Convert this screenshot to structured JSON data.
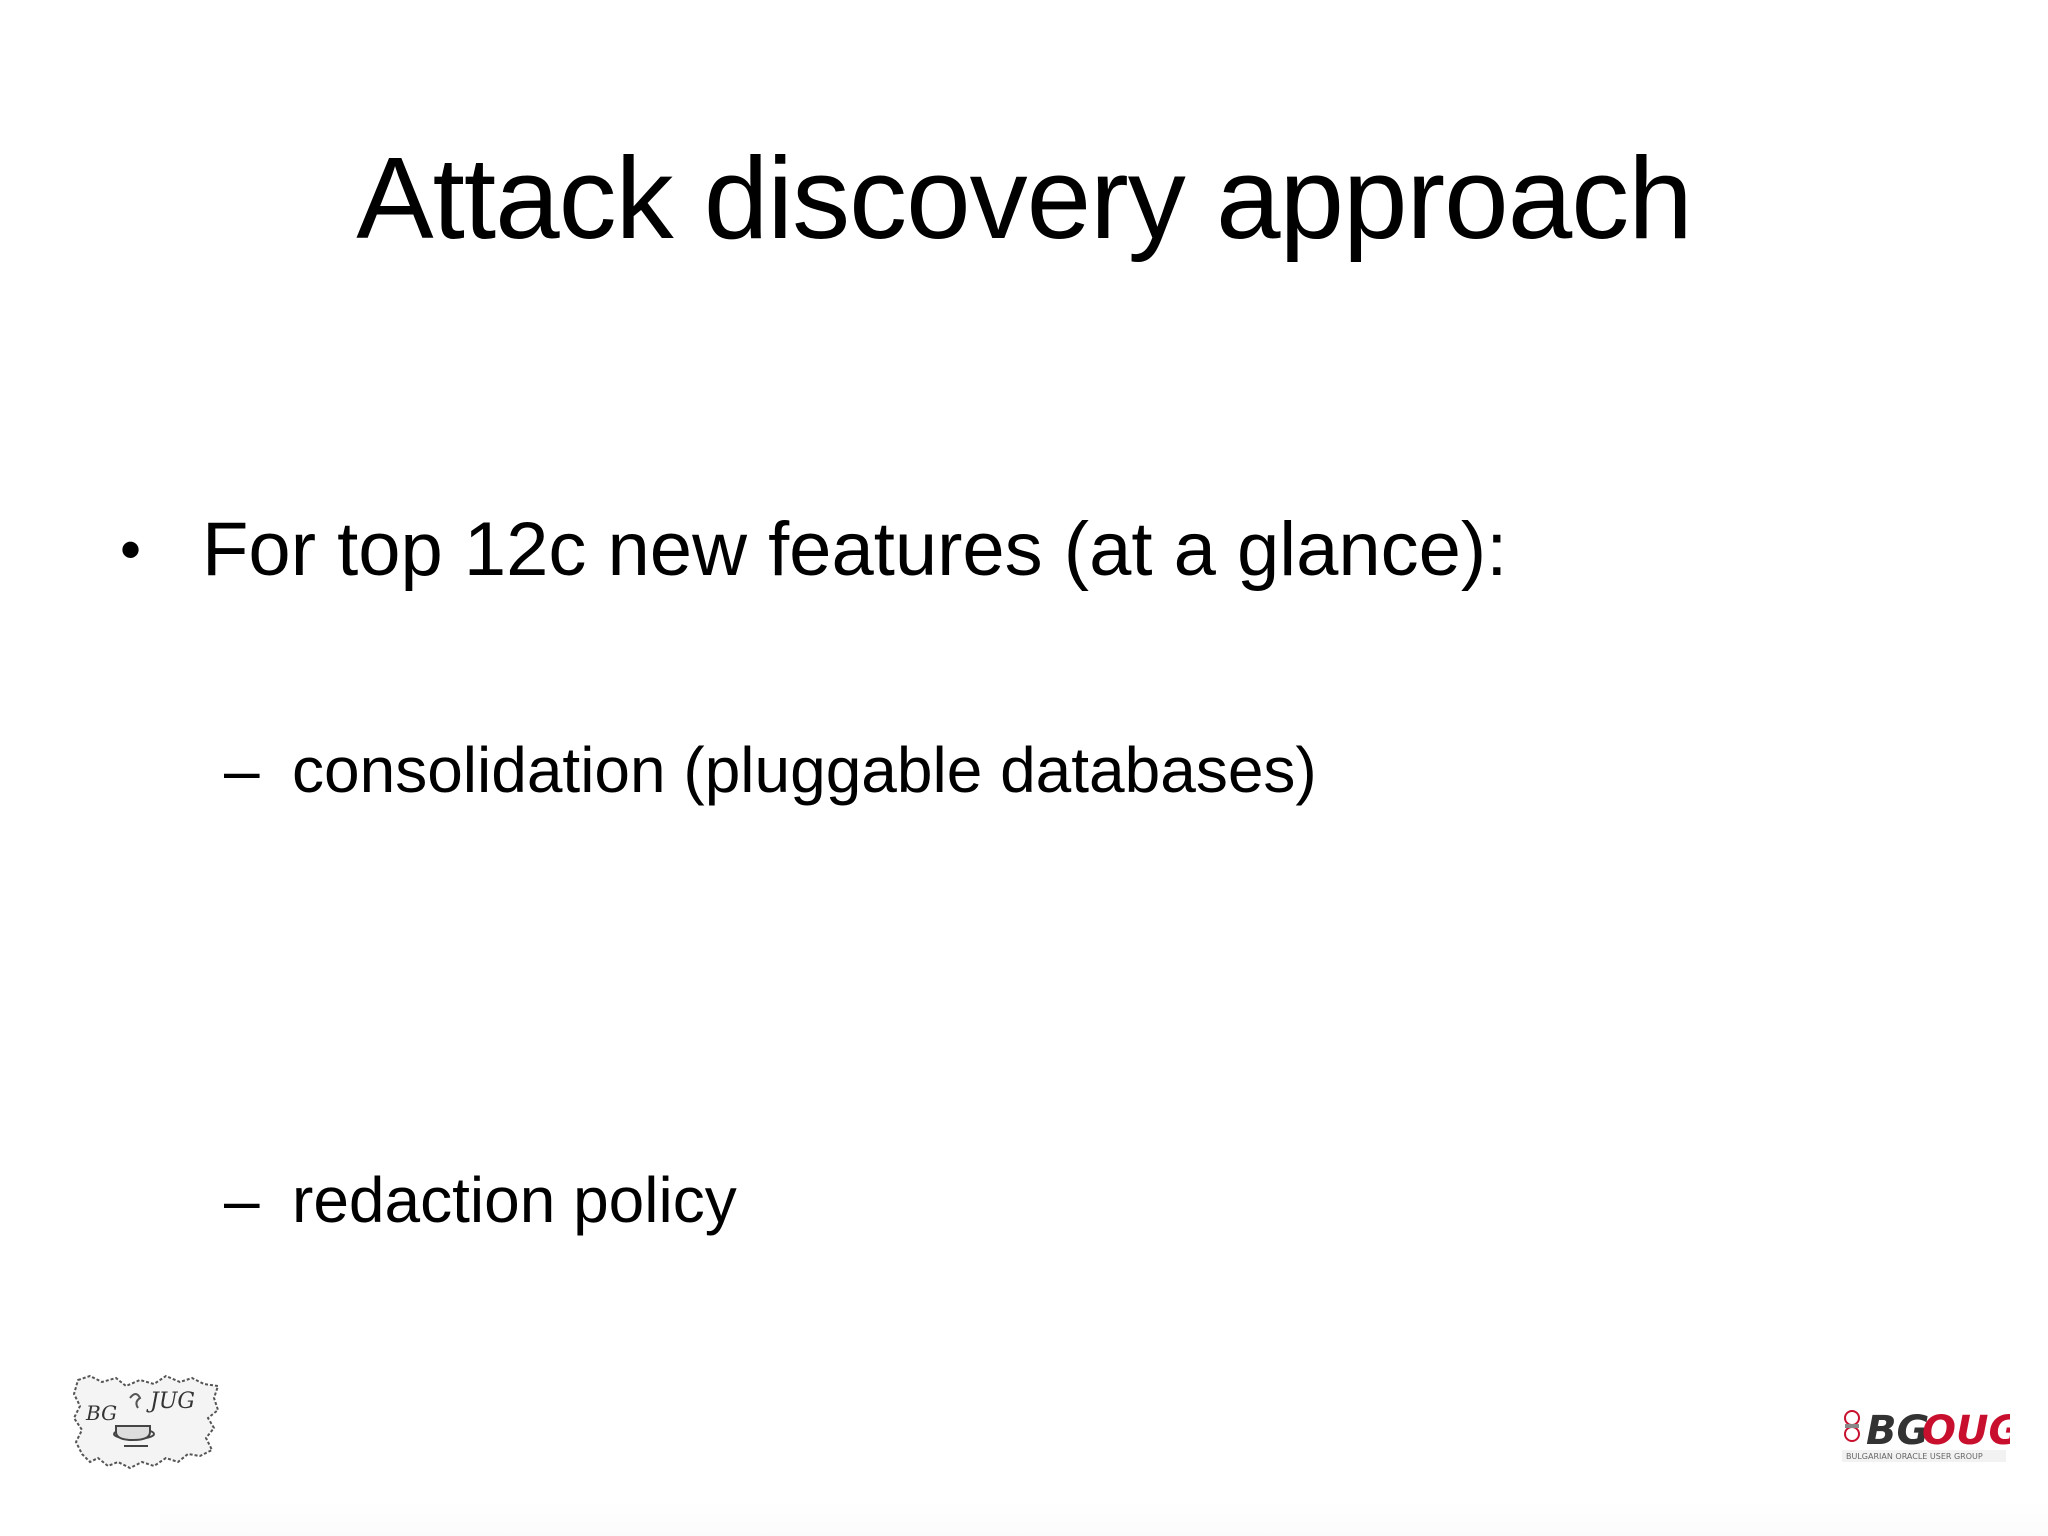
{
  "slide": {
    "title": "Attack discovery approach",
    "bullet": {
      "marker": "•",
      "text": "For top 12c new features (at a glance):"
    },
    "sub_items": [
      {
        "marker": "–",
        "text": "consolidation (pluggable databases)"
      },
      {
        "marker": "–",
        "text": "redaction policy"
      }
    ]
  },
  "logos": {
    "left": {
      "icon": "bgjug-logo",
      "text_left": "BG",
      "text_right": "JUG"
    },
    "right": {
      "icon": "bgoug-logo",
      "text_bg": "BG",
      "text_oug": "OUG",
      "tagline": "BULGARIAN ORACLE USER GROUP",
      "brand_color": "#c8102e"
    }
  }
}
